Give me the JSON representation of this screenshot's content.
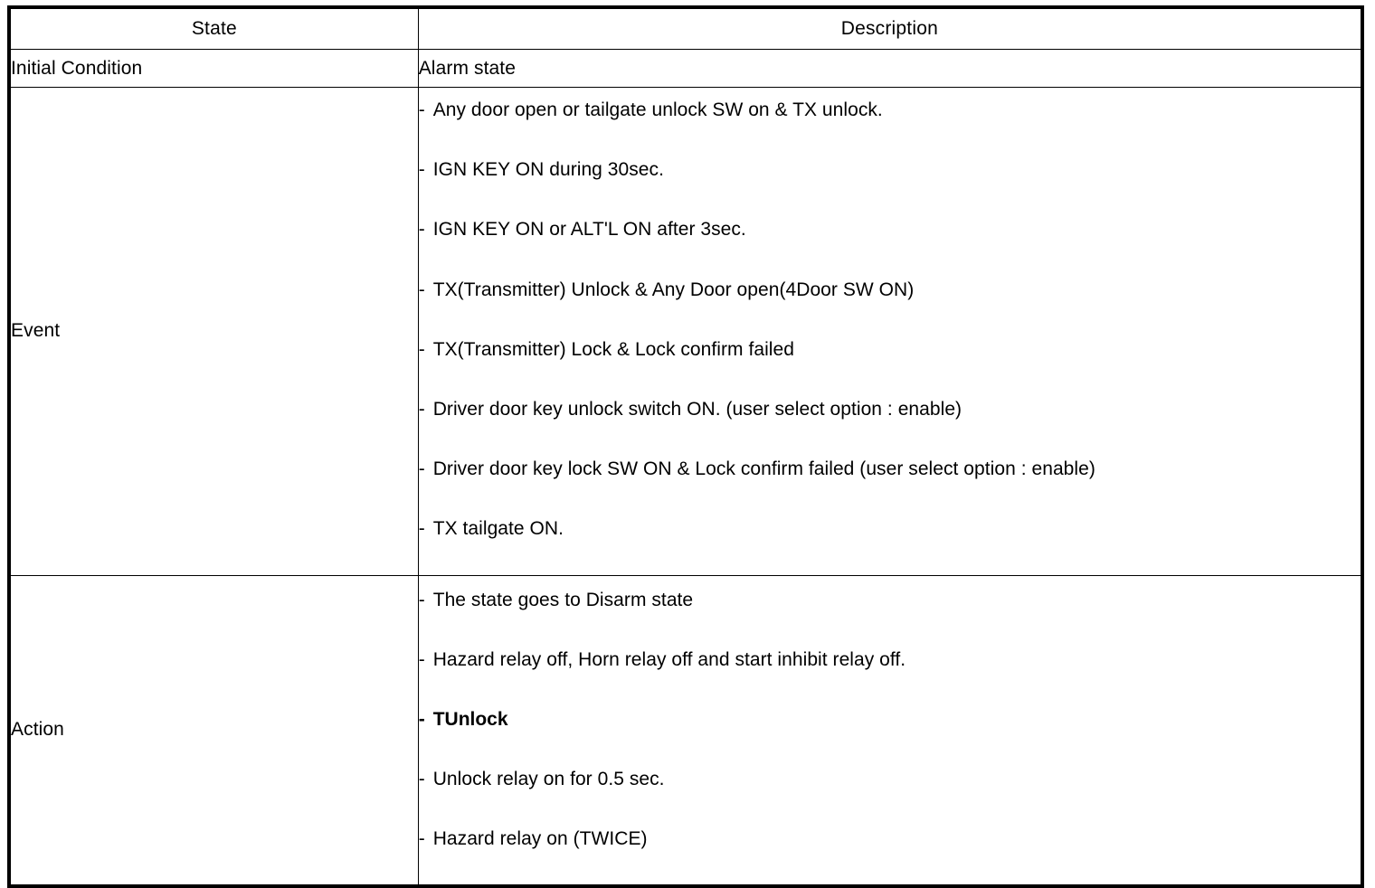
{
  "table": {
    "headers": {
      "state": "State",
      "description": "Description"
    },
    "rows": [
      {
        "state": "Initial Condition",
        "type": "simple",
        "description": "Alarm state"
      },
      {
        "state": "Event",
        "type": "list",
        "items": [
          "Any door open or tailgate unlock SW on & TX unlock.",
          "IGN KEY ON during 30sec.",
          "IGN KEY ON or ALT'L ON after 3sec.",
          "TX(Transmitter) Unlock & Any Door open(4Door SW ON)",
          "TX(Transmitter) Lock & Lock confirm failed",
          "Driver door key unlock switch ON. (user select option : enable)",
          "Driver door key lock SW ON & Lock confirm failed (user select option : enable)",
          "TX tailgate ON."
        ]
      },
      {
        "state": "Action",
        "type": "list",
        "items": [
          "The state goes to Disarm state",
          "Hazard relay off, Horn relay off and start inhibit relay off.",
          "TUnlock",
          "Unlock relay on for 0.5 sec.",
          "Hazard relay on (TWICE)"
        ],
        "emphasis_index": 2
      }
    ],
    "bullet_marker": "-"
  },
  "colors": {
    "border": "#000000",
    "text": "#000000",
    "background": "#ffffff"
  }
}
